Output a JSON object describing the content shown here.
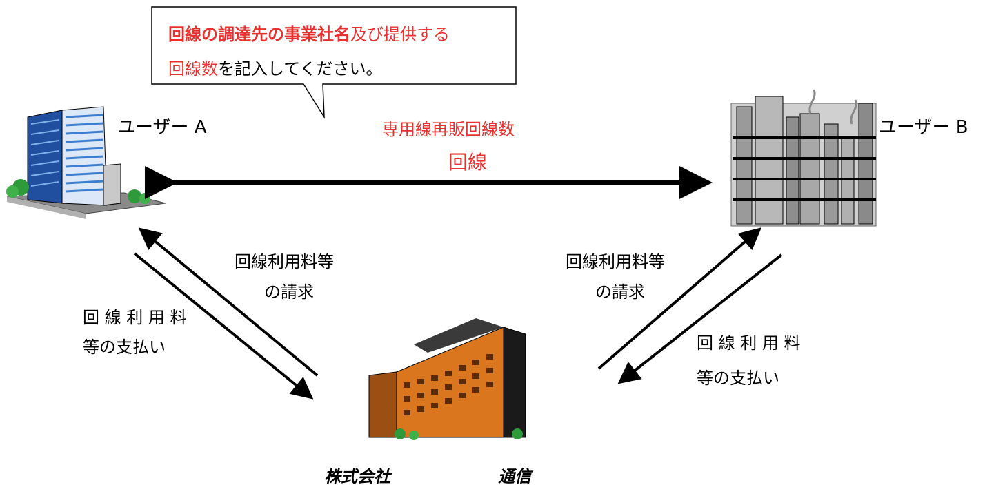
{
  "callout": {
    "line1_bold_red": "回線の調達先の事業社名",
    "line1_red": "及び提供する",
    "line2_red": "回線数",
    "line2_black": "を記入してください。"
  },
  "user_a": {
    "label": "ユーザー A"
  },
  "user_b": {
    "label": "ユーザー B"
  },
  "center": {
    "title": "専用線再販回線数",
    "unit": "回線"
  },
  "left_billing": {
    "line1": "回線利用料等",
    "line2": "の請求"
  },
  "left_payment": {
    "line1": "回 線 利 用 料",
    "line2": "等の支払い"
  },
  "right_billing": {
    "line1": "回線利用料等",
    "line2": "の請求"
  },
  "right_payment": {
    "line1": "回 線 利 用 料",
    "line2": "等の支払い"
  },
  "company": {
    "part1": "株式会社",
    "part2": "通信"
  },
  "colors": {
    "accent_red": "#e8312f",
    "orange_building": "#d9761e",
    "blue_building": "#3c7fd0"
  }
}
